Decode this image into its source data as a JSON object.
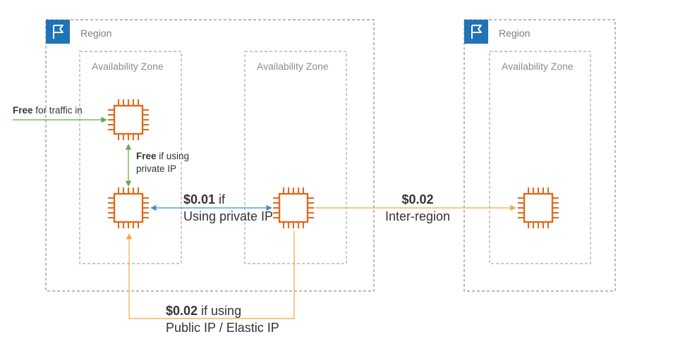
{
  "colors": {
    "region_border": "#8f8f8f",
    "az_border": "#a8a8a8",
    "region_flag_bg": "#1f73b7",
    "instance": "#e0691c",
    "green": "#68a843",
    "blue": "#3f8fd2",
    "orange": "#f2a93b",
    "text": "#333333"
  },
  "regions": [
    {
      "label": "Region",
      "icon": "flag-icon"
    },
    {
      "label": "Region",
      "icon": "flag-icon"
    }
  ],
  "zones": [
    {
      "label": "Availability Zone"
    },
    {
      "label": "Availability Zone"
    },
    {
      "label": "Availability Zone"
    }
  ],
  "instances": [
    {
      "icon": "ec2-instance-icon"
    },
    {
      "icon": "ec2-instance-icon"
    },
    {
      "icon": "ec2-instance-icon"
    },
    {
      "icon": "ec2-instance-icon"
    }
  ],
  "notes": {
    "traffic_in": {
      "bold": "Free",
      "rest": " for traffic in"
    },
    "private_same_az": {
      "bold": "Free",
      "rest": " if using",
      "line2": "private IP"
    },
    "private_cross_az": {
      "bold": "$0.01",
      "rest": " if",
      "line2": "Using private IP"
    },
    "inter_region": {
      "bold": "$0.02",
      "line2": "Inter-region"
    },
    "public_ip": {
      "bold": "$0.02",
      "rest": " if using",
      "line2": "Public IP / Elastic IP"
    }
  }
}
